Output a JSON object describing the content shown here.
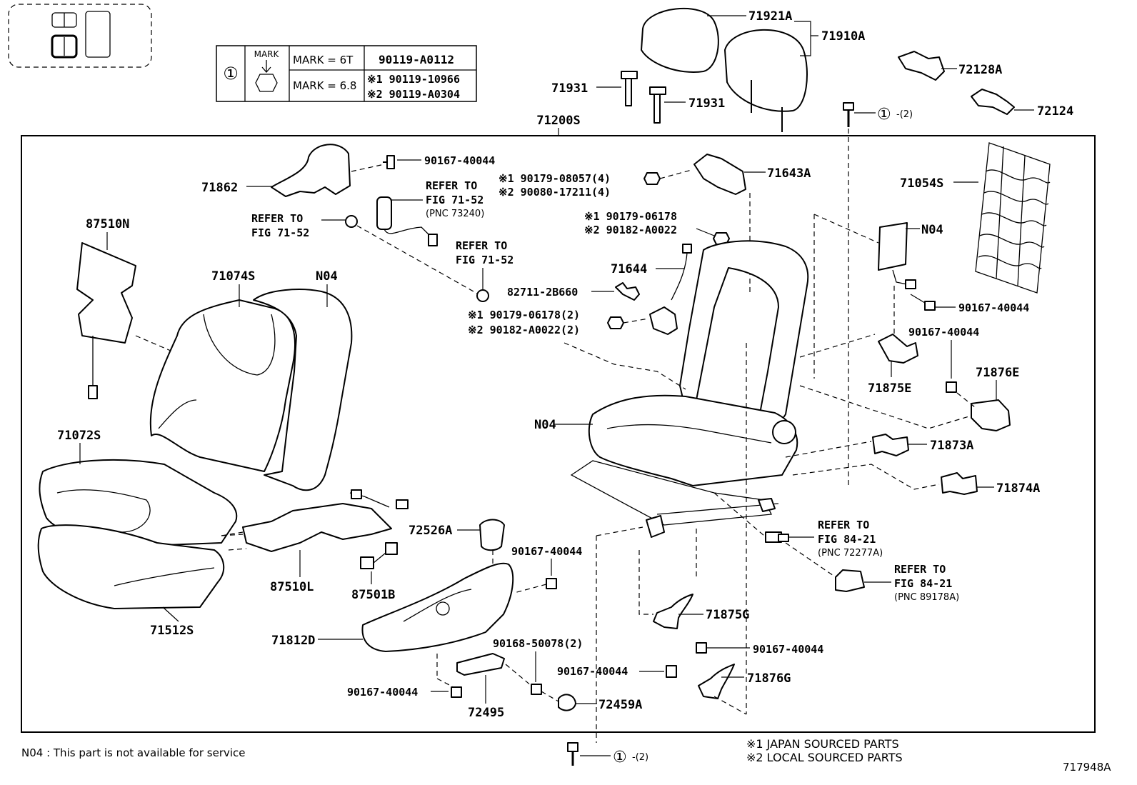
{
  "mark_table": {
    "circle_no": "①",
    "mark_caption": "MARK",
    "rows": [
      {
        "mark": "MARK = 6T",
        "part": "90119-A0112"
      },
      {
        "mark": "MARK = 6.8",
        "part_1": "※1 90119-10966",
        "part_2": "※2 90119-A0304"
      }
    ]
  },
  "assembly_label": "71200S",
  "labels": {
    "l71921A": "71921A",
    "l71910A": "71910A",
    "l71931a": "71931",
    "l71931b": "71931",
    "l72128A": "72128A",
    "l72124": "72124",
    "l_circle_top": "①",
    "l_circle_top_qty": "-(2)",
    "l71862": "71862",
    "l90167_top": "90167-40044",
    "l90179_08057": "※1 90179-08057(4)",
    "l90080_17211": "※2 90080-17211(4)",
    "l71643A": "71643A",
    "l71054S": "71054S",
    "l87510N": "87510N",
    "l90179_06178": "※1 90179-06178",
    "l90182_A0022": "※2 90182-A0022",
    "lN04_right": "N04",
    "l71644": "71644",
    "l82711": "82711-2B660",
    "l90179_06178_2": "※1 90179-06178(2)",
    "l90182_A0022_2": "※2 90182-A0022(2)",
    "l71074S": "71074S",
    "lN04_back": "N04",
    "l90167_r1": "90167-40044",
    "l90167_r2": "90167-40044",
    "l71875E": "71875E",
    "l71876E": "71876E",
    "lN04_frame": "N04",
    "l71072S": "71072S",
    "l71873A": "71873A",
    "l71874A": "71874A",
    "l72526A": "72526A",
    "l90167_mid": "90167-40044",
    "l87510L": "87510L",
    "l87501B": "87501B",
    "l71512S": "71512S",
    "l71812D": "71812D",
    "l71875G": "71875G",
    "l90168": "90168-50078(2)",
    "l90167_bl": "90167-40044",
    "l90167_b2": "90167-40044",
    "l90167_b3": "90167-40044",
    "l71876G": "71876G",
    "l72495": "72495",
    "l72459A": "72459A",
    "l_circle_bot": "①",
    "l_circle_bot_qty": "-(2)"
  },
  "refer_notes": [
    {
      "line1": "REFER TO",
      "line2": "FIG 71-52",
      "pnc": "(PNC 73240)"
    },
    {
      "line1": "REFER TO",
      "line2": "FIG 71-52"
    },
    {
      "line1": "REFER TO",
      "line2": "FIG 71-52"
    },
    {
      "line1": "REFER TO",
      "line2": "FIG 84-21",
      "pnc": "(PNC 72277A)"
    },
    {
      "line1": "REFER TO",
      "line2": "FIG 84-21",
      "pnc": "(PNC 89178A)"
    }
  ],
  "footer": {
    "note_n04": "N04 : This part is not available for service",
    "legend_1": "※1 JAPAN SOURCED PARTS",
    "legend_2": "※2 LOCAL SOURCED PARTS",
    "figure_id": "717948A"
  }
}
